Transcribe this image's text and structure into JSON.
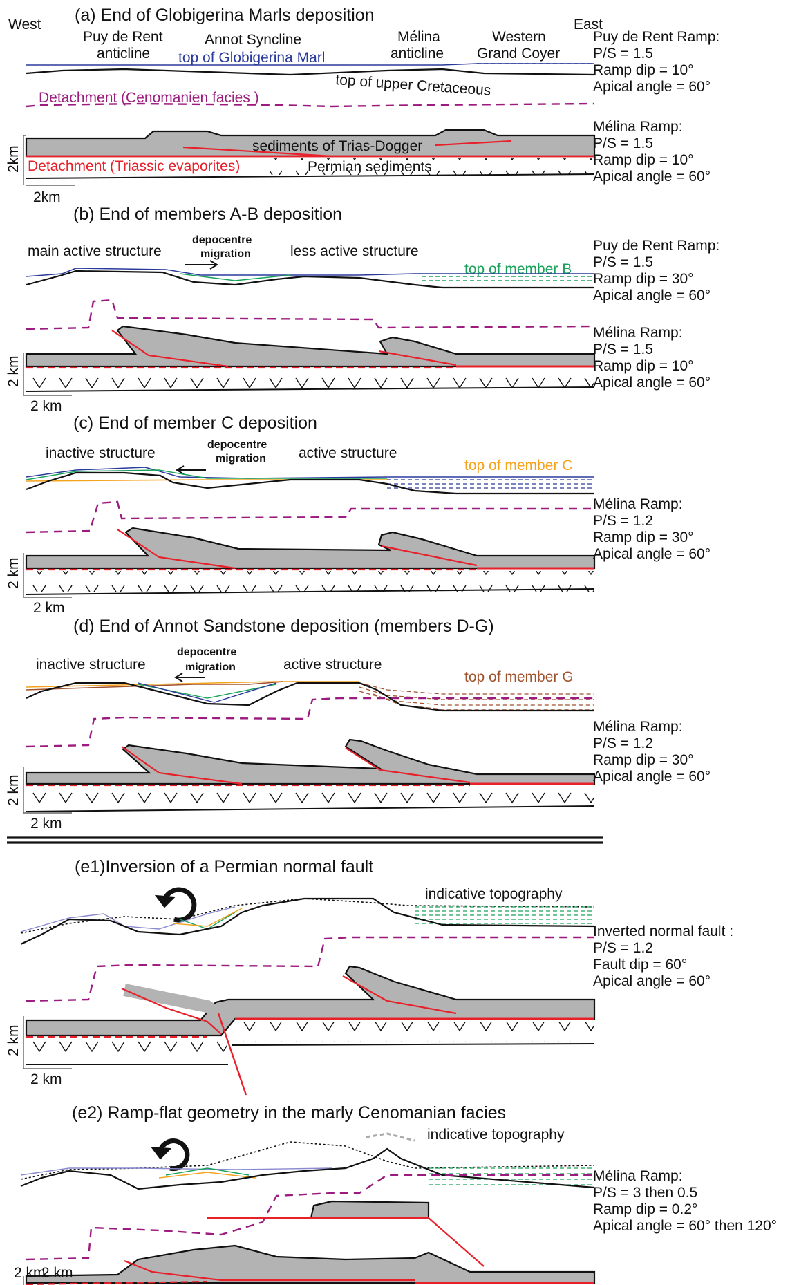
{
  "colors": {
    "sediment": "#b3b3b3",
    "detachment_red": "#e8202a",
    "cenomanian_purple": "#9b1b7e",
    "marl_blue": "#2a3a9c",
    "member_b_green": "#19a25a",
    "member_c_orange": "#f5a21b",
    "member_g_brown": "#a0522d"
  },
  "header": {
    "west": "West",
    "east": "East"
  },
  "panels": {
    "a": {
      "title": "(a) End of Globigerina Marls deposition",
      "puy1": "Puy de Rent",
      "puy2": "anticline",
      "annot": "Annot Syncline",
      "melina1": "Mélina",
      "melina2": "anticline",
      "western1": "Western",
      "western2": "Grand Coyer",
      "marl": "top of Globigerina Marl",
      "cret": "top of upper Cretaceous",
      "cenom": "Detachment (Cenomanien facies )",
      "trias": "sediments of Trias-Dogger",
      "evap": "Detachment (Triassic evaporites)",
      "perm": "Permian sediments",
      "scale_v": "2km",
      "scale_h": "2km",
      "params": [
        "Puy de Rent Ramp:",
        "P/S = 1.5",
        "Ramp dip = 10°",
        "Apical angle = 60°",
        "",
        "Mélina Ramp:",
        "P/S = 1.5",
        "Ramp dip = 10°",
        "Apical angle = 60°"
      ]
    },
    "b": {
      "title": "(b) End of members A-B deposition",
      "left": "main active structure",
      "right": "less active structure",
      "dep1": "depocentre",
      "dep2": "migration",
      "top": "top of member B",
      "scale_v": "2 km",
      "scale_h": "2 km",
      "params": [
        "Puy de Rent Ramp:",
        "P/S = 1.5",
        "Ramp dip = 30°",
        "Apical angle = 60°",
        "Mélina Ramp:",
        "P/S = 1.5",
        "Ramp dip = 10°",
        "Apical angle = 60°"
      ]
    },
    "c": {
      "title": "(c) End of member C deposition",
      "left": "inactive structure",
      "right": "active structure",
      "dep1": "depocentre",
      "dep2": "migration",
      "top": "top of member C",
      "scale_v": "2 km",
      "scale_h": "2 km",
      "params": [
        "Mélina Ramp:",
        "P/S = 1.2",
        "Ramp dip = 30°",
        "Apical angle = 60°"
      ]
    },
    "d": {
      "title": "(d) End of Annot Sandstone deposition (members D-G)",
      "left": "inactive structure",
      "right": "active structure",
      "dep1": "depocentre",
      "dep2": "migration",
      "top": "top of member G",
      "scale_v": "2 km",
      "scale_h": "2 km",
      "params": [
        "Mélina Ramp:",
        "P/S = 1.2",
        "Ramp dip = 30°",
        "Apical angle = 60°"
      ]
    },
    "e1": {
      "title": "(e1)Inversion of a Permian normal fault",
      "topo": "indicative topography",
      "scale_v": "2 km",
      "scale_h": "2 km",
      "params": [
        "Inverted normal fault :",
        "P/S = 1.2",
        "Fault dip = 60°",
        "Apical angle = 60°"
      ]
    },
    "e2": {
      "title": "(e2) Ramp-flat geometry in the marly Cenomanian facies",
      "topo": "indicative topography",
      "scale_v": "2 km",
      "scale_h": "2 km",
      "params": [
        "Mélina Ramp:",
        "P/S = 3 then 0.5",
        "Ramp dip = 0.2°",
        "Apical angle = 60° then 120°"
      ]
    }
  }
}
